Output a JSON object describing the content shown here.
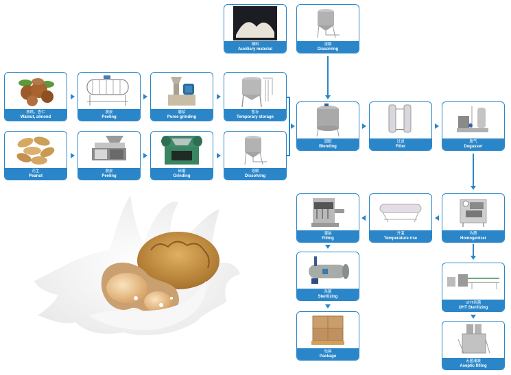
{
  "colors": {
    "accent": "#2a86c8",
    "label_text": "#ffffff"
  },
  "steps": {
    "walnut": {
      "cn": "核桃、杏仁",
      "en": "Walnut, almond",
      "icon": "walnut-almond-image"
    },
    "peeling1": {
      "cn": "脱皮",
      "en": "Peeling",
      "icon": "peeling-drum-machine"
    },
    "puree": {
      "cn": "磨浆",
      "en": "Puree grinding",
      "icon": "colloid-mill"
    },
    "temp": {
      "cn": "暂存",
      "en": "Temporary storage",
      "icon": "storage-tank"
    },
    "peanut": {
      "cn": "花生",
      "en": "Peanut",
      "icon": "peanut-image"
    },
    "peeling2": {
      "cn": "脱皮",
      "en": "Peeling",
      "icon": "peeling-machine"
    },
    "grinding": {
      "cn": "研磨",
      "en": "Grinding",
      "icon": "three-roll-mill"
    },
    "dissolving1": {
      "cn": "溶解",
      "en": "Dissolving",
      "icon": "dissolving-tank"
    },
    "auxiliary": {
      "cn": "辅料",
      "en": "Auxiliary material",
      "icon": "powder-image"
    },
    "dissolving2": {
      "cn": "溶解",
      "en": "Dissolving",
      "icon": "dissolving-tank"
    },
    "blending": {
      "cn": "调配",
      "en": "Blending",
      "icon": "blending-tank"
    },
    "filter": {
      "cn": "过滤",
      "en": "Filter",
      "icon": "twin-filter"
    },
    "degasser": {
      "cn": "脱气",
      "en": "Degasser",
      "icon": "degasser-machine"
    },
    "homogenizer": {
      "cn": "均质",
      "en": "Homogenizer",
      "icon": "homogenizer-machine"
    },
    "temprise": {
      "cn": "升温",
      "en": "Temperature rise",
      "icon": "heat-exchanger"
    },
    "filling": {
      "cn": "灌装",
      "en": "Filling",
      "icon": "filling-machine"
    },
    "sterilizing": {
      "cn": "杀菌",
      "en": "Sterilizing",
      "icon": "retort-sterilizer"
    },
    "package": {
      "cn": "包装",
      "en": "Package",
      "icon": "carton-pallet"
    },
    "uht": {
      "cn": "UHT杀菌",
      "en": "UHT Sterilizing",
      "icon": "uht-line"
    },
    "aseptic": {
      "cn": "无菌灌装",
      "en": "Aseptic filling",
      "icon": "aseptic-filler"
    }
  }
}
